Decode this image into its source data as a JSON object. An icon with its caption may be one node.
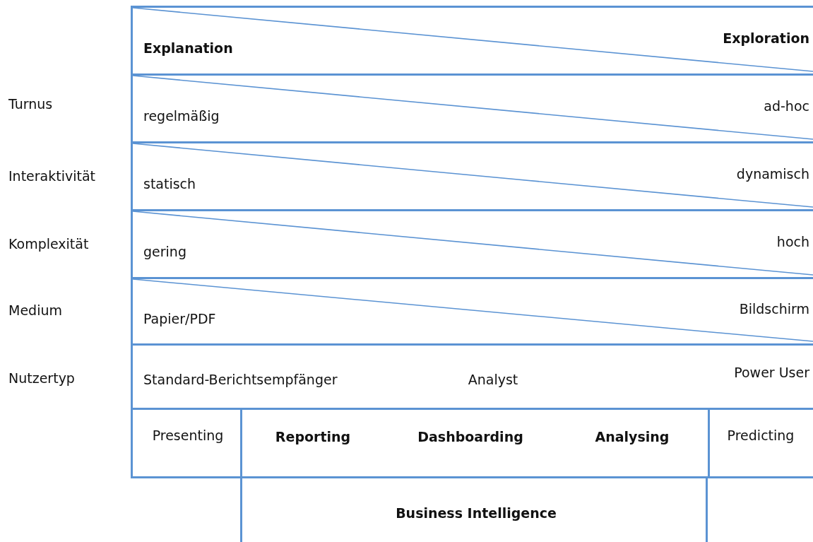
{
  "diagram": {
    "nodes": [
      {
        "text": [
          "Explanation",
          "Exploration"
        ]
      },
      {
        "text": [
          "regelmäßig",
          "ad-hoc"
        ]
      },
      {
        "text": [
          "statisch",
          "dynamisch"
        ]
      },
      {
        "text": [
          "gering",
          "hoch"
        ]
      },
      {
        "text": [
          "Papier/PDF",
          "Bildschirm"
        ]
      },
      {
        "text": [
          "Standard-Berichtsempfänger",
          "Analyst",
          "Power User"
        ]
      },
      {
        "text": [
          "Presenting"
        ]
      },
      {
        "text": [
          "Reporting",
          "Dashboarding",
          "Analysing"
        ]
      },
      {
        "text": [
          "Predicting"
        ]
      },
      {
        "text": [
          "Business Intelligence"
        ]
      }
    ],
    "labels": [
      "Turnus",
      "Interaktivität",
      "Komplexität",
      "Medium",
      "Nutzertyp"
    ]
  }
}
